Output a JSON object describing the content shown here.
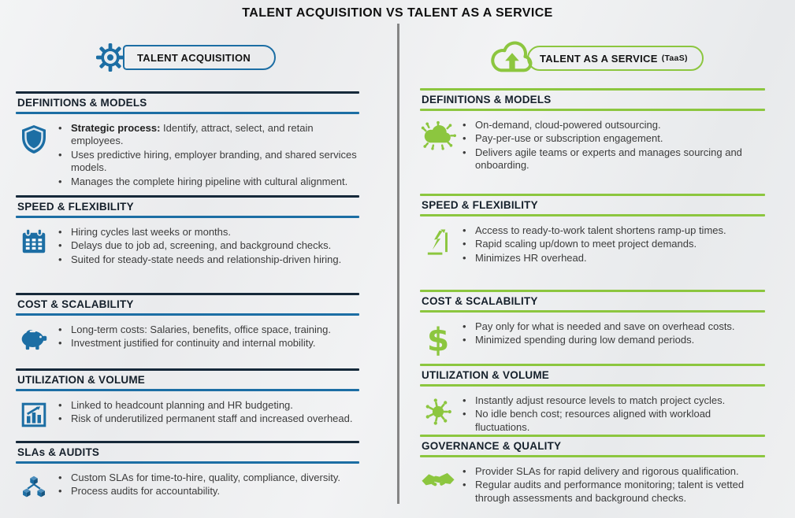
{
  "title": "TALENT ACQUISITION VS TALENT AS A SERVICE",
  "colors": {
    "blue": "#1C6EA4",
    "navy_rule": "#16293A",
    "green": "#8CC63F",
    "heading_text": "#15202B",
    "body_text": "#3C3C3C",
    "divider": "#858585",
    "background": "#ECEDEF"
  },
  "left": {
    "badge": {
      "icon": "gear-icon",
      "label": "TALENT ACQUISITION",
      "suffix": ""
    },
    "sections": [
      {
        "heading": "DEFINITIONS & MODELS",
        "icon": "shield-icon",
        "bullets": [
          {
            "bold": "Strategic process:",
            "text": "Identify, attract, select, and retain employees."
          },
          {
            "text": "Uses predictive hiring, employer branding, and shared services models."
          },
          {
            "text": "Manages the complete hiring pipeline with cultural alignment."
          }
        ]
      },
      {
        "heading": "SPEED & FLEXIBILITY",
        "icon": "calendar-icon",
        "bullets": [
          {
            "text": "Hiring cycles last weeks or months."
          },
          {
            "text": "Delays due to job ad, screening, and background checks."
          },
          {
            "text": "Suited for steady-state needs and relationship-driven hiring."
          }
        ]
      },
      {
        "heading": "COST & SCALABILITY",
        "icon": "piggy-bank-icon",
        "bullets": [
          {
            "text": "Long-term costs: Salaries, benefits, office space, training."
          },
          {
            "text": "Investment justified for continuity and internal mobility."
          }
        ]
      },
      {
        "heading": "UTILIZATION & VOLUME",
        "icon": "bar-chart-icon",
        "bullets": [
          {
            "text": "Linked to headcount planning and HR budgeting."
          },
          {
            "text": "Risk of underutilized permanent staff and increased overhead."
          }
        ]
      },
      {
        "heading": "SLAs & AUDITS",
        "icon": "cubes-icon",
        "bullets": [
          {
            "text": "Custom SLAs for time-to-hire, quality, compliance, diversity."
          },
          {
            "text": "Process audits for accountability."
          }
        ]
      }
    ]
  },
  "right": {
    "badge": {
      "icon": "cloud-upload-icon",
      "label": "TALENT AS A SERVICE",
      "suffix": "(TaaS)"
    },
    "sections": [
      {
        "heading": "DEFINITIONS & MODELS",
        "icon": "cloud-network-icon",
        "bullets": [
          {
            "text": "On-demand, cloud-powered outsourcing."
          },
          {
            "text": "Pay-per-use or subscription engagement."
          },
          {
            "text": "Delivers agile teams or experts and manages sourcing and onboarding."
          }
        ]
      },
      {
        "heading": "SPEED & FLEXIBILITY",
        "icon": "ramp-up-icon",
        "bullets": [
          {
            "text": "Access to ready-to-work talent shortens ramp-up times."
          },
          {
            "text": "Rapid scaling up/down to meet project demands."
          },
          {
            "text": "Minimizes HR overhead."
          }
        ]
      },
      {
        "heading": "COST & SCALABILITY",
        "icon": "dollar-icon",
        "bullets": [
          {
            "text": "Pay only for what is needed and save on overhead costs."
          },
          {
            "text": "Minimized spending during low demand periods."
          }
        ]
      },
      {
        "heading": "UTILIZATION & VOLUME",
        "icon": "hub-spoke-icon",
        "bullets": [
          {
            "text": "Instantly adjust resource levels to match project cycles."
          },
          {
            "text": "No idle bench cost; resources aligned with workload fluctuations."
          }
        ]
      },
      {
        "heading": "GOVERNANCE & QUALITY",
        "icon": "handshake-icon",
        "bullets": [
          {
            "text": "Provider SLAs for rapid delivery and rigorous qualification."
          },
          {
            "text": "Regular audits and performance monitoring; talent is vetted through assessments and background checks."
          }
        ]
      }
    ]
  }
}
